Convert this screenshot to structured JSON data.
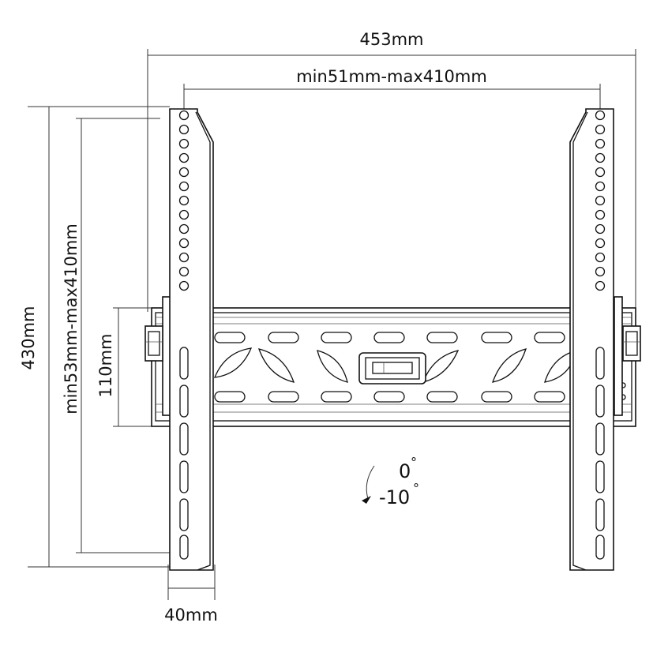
{
  "dimensions": {
    "overall_width": "453mm",
    "vesa_horizontal": "min51mm-max410mm",
    "overall_height": "430mm",
    "vesa_vertical": "min53mm-max410mm",
    "wall_plate_height": "110mm",
    "depth": "40mm"
  },
  "tilt": {
    "upper": "0",
    "lower": "-10",
    "degree_symbol": "°"
  }
}
